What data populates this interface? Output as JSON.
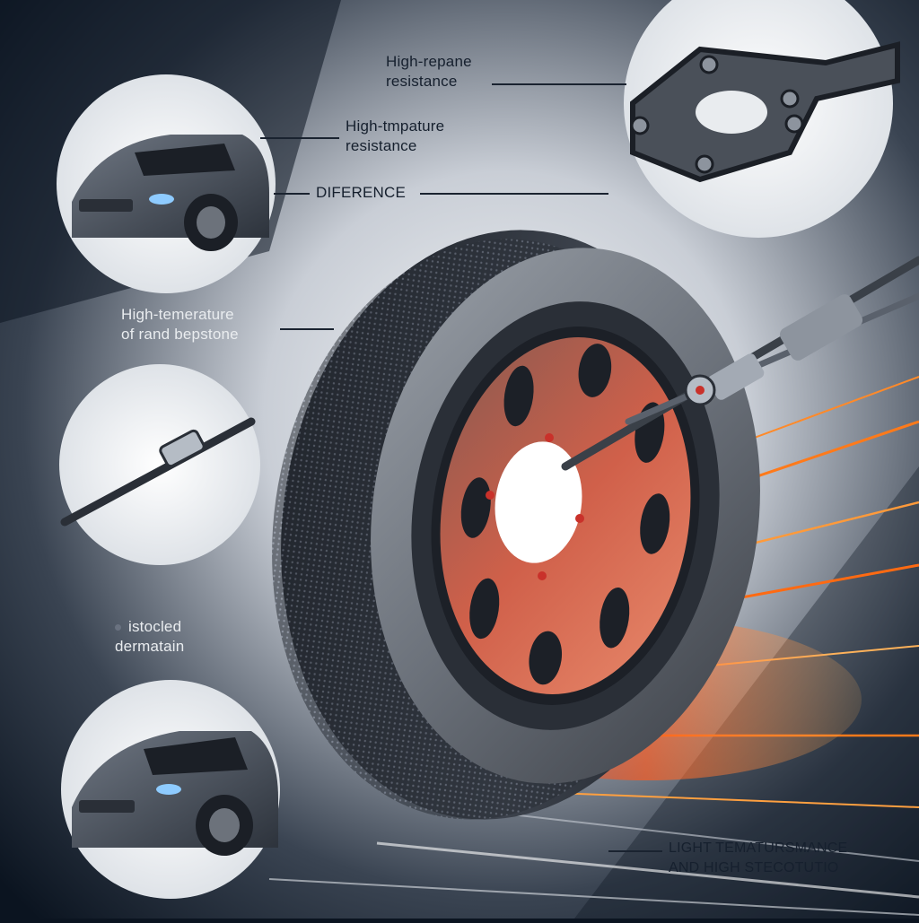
{
  "labels": {
    "top_right_line1": "High-repane",
    "top_right_line2": "resistance",
    "left_car_line1": "High-tmpature",
    "left_car_line2": "resistance",
    "difference": "Diference",
    "mid_left_line1": "High-temerature",
    "mid_left_line2": "of rand bepstone",
    "lower_left_line1": "istocled",
    "lower_left_line2": "dermatain",
    "bottom_right_line1": "Light tematursmance",
    "bottom_right_line2": "and high stecotutio"
  },
  "colors": {
    "background_dark": "#0b1420",
    "background_light": "#e9ecef",
    "disc_rust": "#c9543a",
    "spark_orange": "#ff7a1a",
    "tire_grey": "#5d6470"
  }
}
